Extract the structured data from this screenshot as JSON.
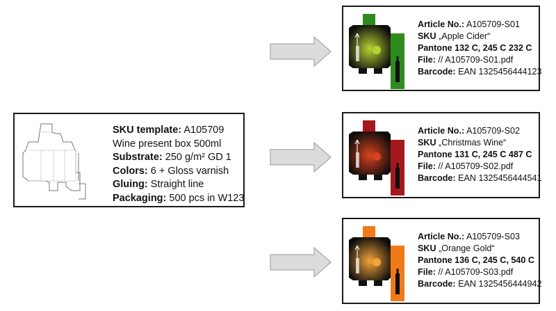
{
  "template": {
    "sku_label": "SKU template:",
    "sku_value": "A105709",
    "description": "Wine present box 500ml",
    "substrate_label": "Substrate:",
    "substrate_value": "250 g/m² GD 1",
    "colors_label": "Colors:",
    "colors_value": "6 + Gloss varnish",
    "gluing_label": "Gluing:",
    "gluing_value": "Straight line",
    "packaging_label": "Packaging:",
    "packaging_value": "500 pcs in W123"
  },
  "variants": [
    {
      "article_label": "Article No.:",
      "article_value": "A105709-S01",
      "sku_label": "SKU",
      "sku_name": "Apple Cider",
      "pantone": "Pantone 132 C, 245 C 232 C",
      "file_label": "File:",
      "file_value": "// A105709-S01.pdf",
      "barcode_label": "Barcode:",
      "barcode_value": "EAN 1325456444123",
      "color": "#2e8b1e",
      "glow": "#b5d334"
    },
    {
      "article_label": "Article No.:",
      "article_value": "A105709-S02",
      "sku_label": "SKU",
      "sku_name": "Christmas Wine",
      "pantone": "Pantone 131 C, 245 C 487 C",
      "file_label": "File:",
      "file_value": "// A105709-S02.pdf",
      "barcode_label": "Barcode:",
      "barcode_value": "EAN 1325456444541",
      "color": "#a5191d",
      "glow": "#d9421f"
    },
    {
      "article_label": "Article No.:",
      "article_value": "A105709-S03",
      "sku_label": "SKU",
      "sku_name": "Orange Gold",
      "pantone": "Pantone 136 C, 245 C, 540 C",
      "file_label": "File:",
      "file_value": "// A105709-S03.pdf",
      "barcode_label": "Barcode:",
      "barcode_value": "EAN 1325456444942",
      "color": "#f07a1a",
      "glow": "#f2a33a"
    }
  ]
}
